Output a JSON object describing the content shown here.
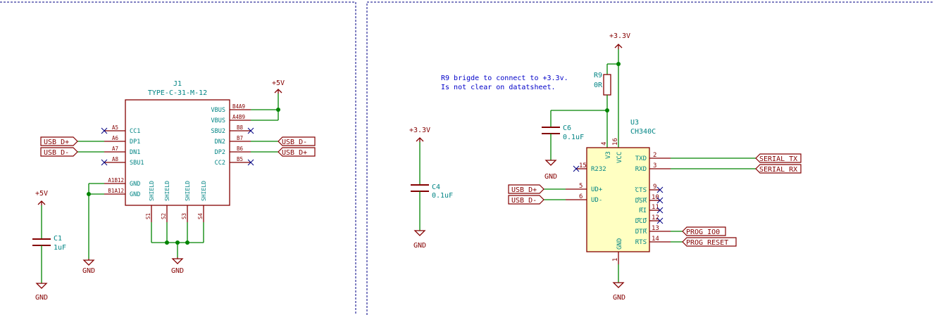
{
  "note": {
    "line1": "R9 brigde to connect to +3.3v.",
    "line2": "Is not clear on datatsheet."
  },
  "j1": {
    "ref": "J1",
    "value": "TYPE-C-31-M-12",
    "left_pins": [
      {
        "name": "CC1",
        "num": "A5"
      },
      {
        "name": "DP1",
        "num": "A6"
      },
      {
        "name": "DN1",
        "num": "A7"
      },
      {
        "name": "SBU1",
        "num": "A8"
      },
      {
        "name": "GND",
        "num": "A1B12"
      },
      {
        "name": "GND",
        "num": "B1A12"
      }
    ],
    "right_pins": [
      {
        "name": "VBUS",
        "num": "B4A9"
      },
      {
        "name": "VBUS",
        "num": "A4B9"
      },
      {
        "name": "SBU2",
        "num": "B8"
      },
      {
        "name": "DN2",
        "num": "B7"
      },
      {
        "name": "DP2",
        "num": "B6"
      },
      {
        "name": "CC2",
        "num": "B5"
      }
    ],
    "bottom_pins": [
      {
        "name": "SHIELD",
        "num": "S1"
      },
      {
        "name": "SHIELD",
        "num": "S2"
      },
      {
        "name": "SHIELD",
        "num": "S3"
      },
      {
        "name": "SHIELD",
        "num": "S4"
      }
    ]
  },
  "u3": {
    "ref": "U3",
    "value": "CH340C",
    "left_pins": [
      {
        "name": "R232",
        "num": "15"
      },
      {
        "name": "UD+",
        "num": "5"
      },
      {
        "name": "UD-",
        "num": "6"
      }
    ],
    "right_pins": [
      {
        "name": "TXD",
        "num": "2"
      },
      {
        "name": "RXD",
        "num": "3"
      },
      {
        "name": "CTS",
        "num": "9"
      },
      {
        "name": "DSR",
        "num": "10"
      },
      {
        "name": "RI",
        "num": "11"
      },
      {
        "name": "DCD",
        "num": "12"
      },
      {
        "name": "DTR",
        "num": "13"
      },
      {
        "name": "RTS",
        "num": "14"
      }
    ],
    "top_pins": [
      {
        "name": "V3",
        "num": "4"
      },
      {
        "name": "VCC",
        "num": "16"
      }
    ],
    "bottom_pin": {
      "name": "GND",
      "num": "1"
    }
  },
  "components": {
    "c1": {
      "ref": "C1",
      "value": "1uF"
    },
    "c4": {
      "ref": "C4",
      "value": "0.1uF"
    },
    "c6": {
      "ref": "C6",
      "value": "0.1uF"
    },
    "r9": {
      "ref": "R9",
      "value": "0R"
    }
  },
  "power": {
    "p5v_j1": "+5V",
    "p5v_c1": "+5V",
    "p33_c4": "+3.3V",
    "p33_u3": "+3.3V",
    "gnd_c1": "GND",
    "gnd_j1_left": "GND",
    "gnd_j1_shield": "GND",
    "gnd_c4": "GND",
    "gnd_c6": "GND",
    "gnd_u3": "GND"
  },
  "labels": {
    "usb_dp_left": "USB_D+",
    "usb_dn_left": "USB_D-",
    "usb_dn_right": "USB_D-",
    "usb_dp_right": "USB_D+",
    "usb_dp_u3": "USB_D+",
    "usb_dn_u3": "USB_D-",
    "serial_tx": "SERIAL_TX",
    "serial_rx": "SERIAL_RX",
    "prog_io0": "PROG_IO0",
    "prog_reset": "PROG_RESET"
  }
}
